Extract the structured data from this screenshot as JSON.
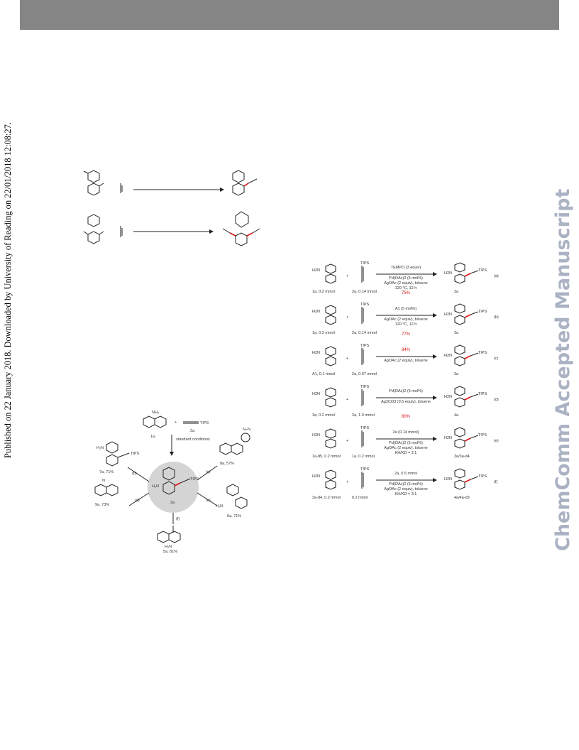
{
  "publication_note": "Published on 22 January 2018. Downloaded by University of Reading on 22/01/2018 12:08:27.",
  "watermark": "ChemComm Accepted Manuscript",
  "scheme1": {
    "row1_label": "",
    "row2_label": ""
  },
  "scheme2": {
    "center_label": "3a",
    "top_reactant": "1a",
    "top_reagent": "2a",
    "top_conditions": "standard conditions",
    "products": [
      {
        "label": "7a, 71%",
        "step": "(b)"
      },
      {
        "label": "8a, 57%",
        "step": "(c)"
      },
      {
        "label": "9a, 73%",
        "step": "(d)"
      },
      {
        "label": "6a, 71%",
        "step": "(e)"
      },
      {
        "label": "5a, 81%",
        "step": "(f)"
      }
    ]
  },
  "scheme3": {
    "rows": [
      {
        "left_label": "1a, 0.2 mmol",
        "mid_label": "2a, 0.14 mmol",
        "cond1": "TEMPO (3 equiv)",
        "cond2": "Pd(OAc)2 (5 mol%)",
        "cond3": "AgOAc (2 equiv), toluene",
        "cond4": "120 °C, 12 h",
        "yield": "75%",
        "product": "3a",
        "eq": "(a)"
      },
      {
        "left_label": "1a, 0.2 mmol",
        "mid_label": "2a, 0.14 mmol",
        "cond1": "A1 (5 mol%)",
        "cond2": "AgOAc (2 equiv), toluene",
        "cond3": "120 °C, 12 h",
        "cond4": "",
        "yield": "77%",
        "product": "3a",
        "eq": "(b)"
      },
      {
        "left_label": "A1, 0.1 mmol",
        "mid_label": "2a, 0.07 mmol",
        "cond1": "84%",
        "cond2": "AgOAc (2 equiv), toluene",
        "cond3": "",
        "cond4": "",
        "yield": "84%",
        "product": "3a",
        "eq": "(c)"
      },
      {
        "left_label": "3a, 0.2 mmol",
        "mid_label": "2a, 1.0 mmol",
        "cond1": "Pd(OAc)2 (5 mol%)",
        "cond2": "Ag2CO3 (0.5 equiv), toluene",
        "cond3": "",
        "cond4": "",
        "yield": "80%",
        "product": "4a",
        "eq": "(d)"
      },
      {
        "left_label": "1a-d5, 0.2 mmol",
        "mid_label": "1a, 0.2 mmol",
        "cond1": "2a (0.14 mmol)",
        "cond2": "Pd(OAc)2 (5 mol%)",
        "cond3": "AgOAc (2 equiv), toluene",
        "cond4": "KH/KD = 2:1",
        "yield": "",
        "product": "3a/3a-d4",
        "eq": "(e)"
      },
      {
        "left_label": "3a-d4, 0.2 mmol",
        "mid_label": "0.2 mmol",
        "cond1": "2a, 0.5 mmol",
        "cond2": "Pd(OAc)2 (5 mol%)",
        "cond3": "AgOAc (2 equiv), toluene",
        "cond4": "KH/KD = 3:1",
        "yield": "",
        "product": "4a/4a-d3",
        "eq": "(f)"
      }
    ],
    "tips": "TIPS",
    "h2n": "H2N",
    "plus": "+"
  },
  "colors": {
    "header": "#858585",
    "watermark": "#aab2c3",
    "highlight": "#e01010",
    "circle": "#d4d4d4"
  }
}
